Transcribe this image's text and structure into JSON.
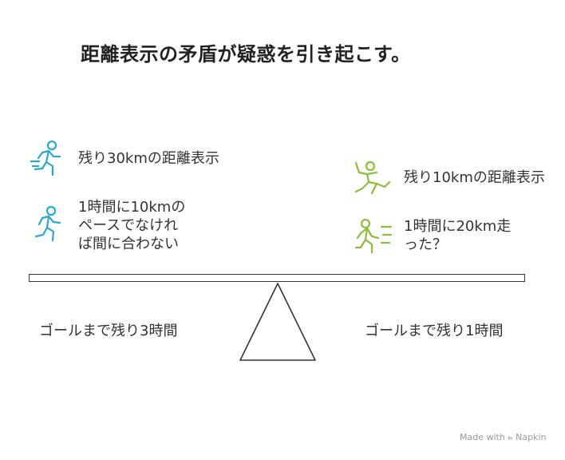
{
  "title": "距離表示の矛盾が疑惑を引き起こす。",
  "left": {
    "item1": "残り30kmの距離表示",
    "item2": "1時間に10kmの\nペースでなけれ\nば間に合わない",
    "base": "ゴールまで残り3時間",
    "color": "#2aa7d0"
  },
  "right": {
    "item1": "残り10kmの距離表示",
    "item2": "1時間に20km走\nった？",
    "base": "ゴールまで残り1時間",
    "color": "#8bbf3b"
  },
  "icons": [
    "runner-icon",
    "runner-icon",
    "falling-runner-icon",
    "running-fast-icon"
  ],
  "watermark": {
    "prefix": "Made with",
    "brand": "Napkin"
  }
}
